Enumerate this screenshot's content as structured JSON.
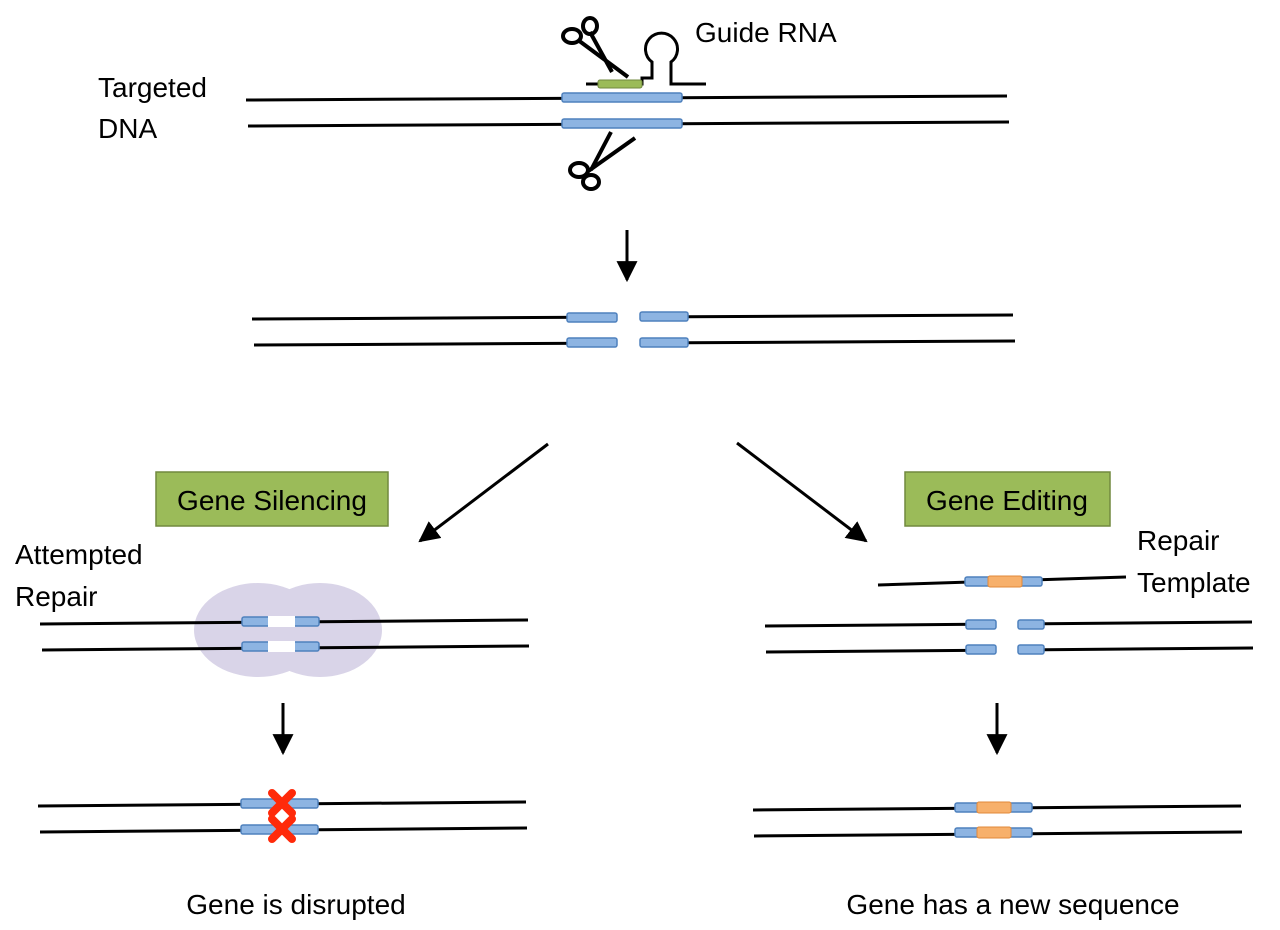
{
  "labels": {
    "targeted_line1": "Targeted",
    "targeted_line2": "DNA",
    "guide_rna": "Guide RNA",
    "attempted_line1": "Attempted",
    "attempted_line2": "Repair",
    "repair_template_line1": "Repair",
    "repair_template_line2": "Template",
    "gene_silencing": "Gene Silencing",
    "gene_editing": "Gene Editing",
    "gene_disrupted": "Gene is disrupted",
    "gene_new_sequence": "Gene has a new sequence"
  },
  "colors": {
    "dna_line": "#000000",
    "target_segment": "#8db4e2",
    "target_segment_border": "#4f81bd",
    "guide_rna_segment": "#9bbb59",
    "box_fill": "#9bbb59",
    "box_border": "#71893f",
    "repair_complex": "#d9d4e8",
    "disruption_mark": "#ff2a0a",
    "new_sequence": "#f7b06b"
  },
  "icons": {
    "cutter": "scissors-icon",
    "disruption": "x-mark-icon"
  }
}
